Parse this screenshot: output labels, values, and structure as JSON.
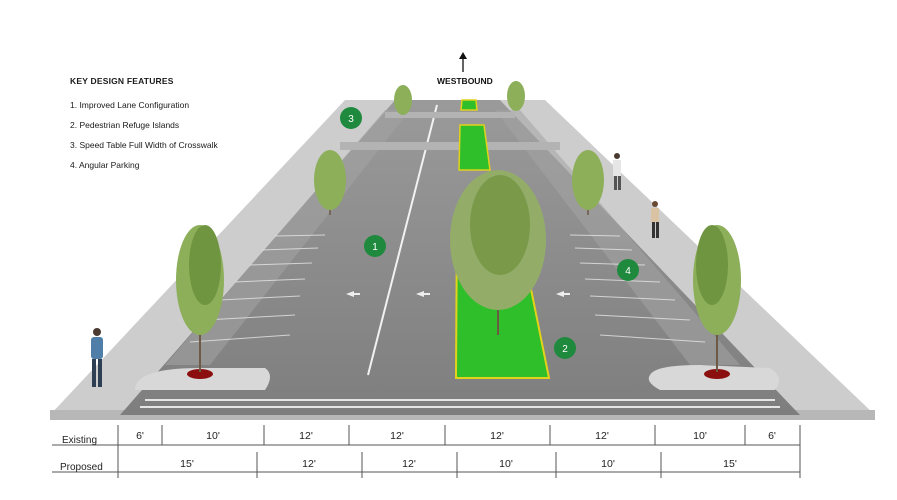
{
  "legend": {
    "title": "KEY DESIGN FEATURES",
    "items": [
      "1.  Improved Lane Configuration",
      "2.  Pedestrian Refuge Islands",
      "3.  Speed Table Full Width of Crosswalk",
      "4.  Angular Parking"
    ]
  },
  "direction_label": "WESTBOUND",
  "markers": [
    "1",
    "2",
    "3",
    "4"
  ],
  "dimensions": {
    "existing_label": "Existing",
    "proposed_label": "Proposed",
    "existing": [
      "6'",
      "10'",
      "12'",
      "12'",
      "12'",
      "12'",
      "10'",
      "6'"
    ],
    "proposed": [
      "15'",
      "12'",
      "12'",
      "10'",
      "10'",
      "15'"
    ]
  },
  "colors": {
    "marker_green": "#1f8a3e",
    "median_green": "#2fbf2a",
    "median_edge": "#e2d21a",
    "asphalt": "#8e8e8e",
    "sidewalk": "#c9c9c9"
  }
}
